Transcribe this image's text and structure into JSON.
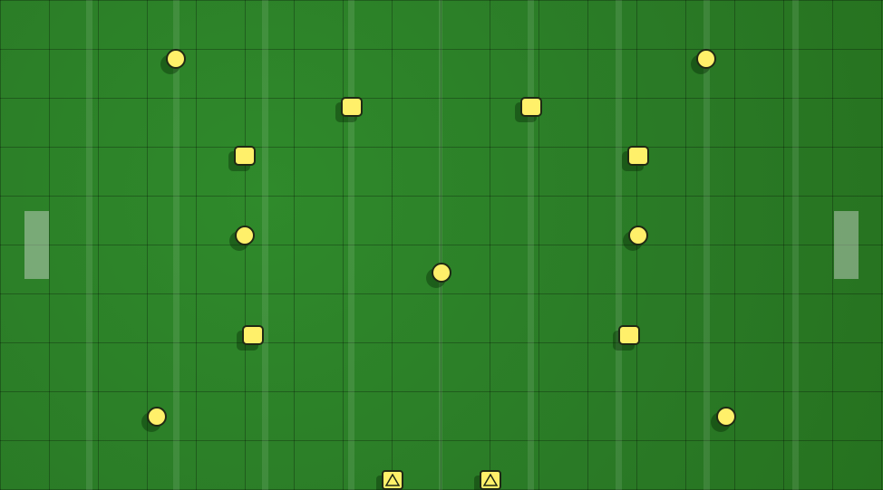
{
  "field": {
    "grass_color": "#2f7d2a",
    "grid_line_color": "#1f4f1c",
    "stripe_color": "#ffffff"
  },
  "goals": [
    "left-goal",
    "right-goal"
  ],
  "tokens": {
    "color": "#fff06a",
    "outline": "#1f2a14",
    "shapes": [
      "circle",
      "square",
      "triangle-icon"
    ]
  }
}
